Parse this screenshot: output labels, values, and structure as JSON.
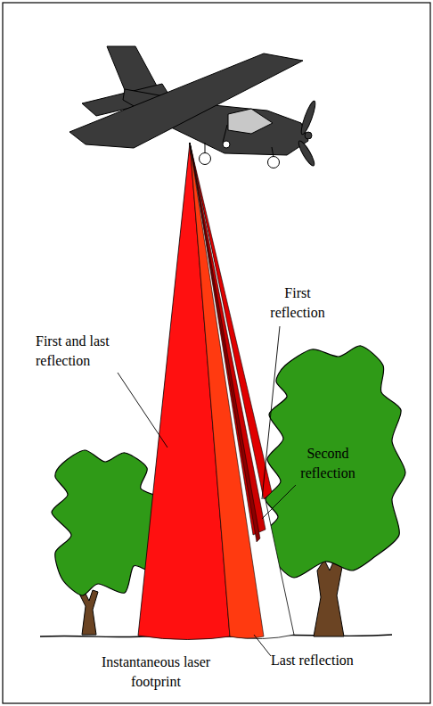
{
  "diagram": {
    "labels": [
      "First and last reflection",
      "First reflection",
      "Second reflection",
      "Last reflection",
      "Instantaneous laser footprint"
    ]
  }
}
